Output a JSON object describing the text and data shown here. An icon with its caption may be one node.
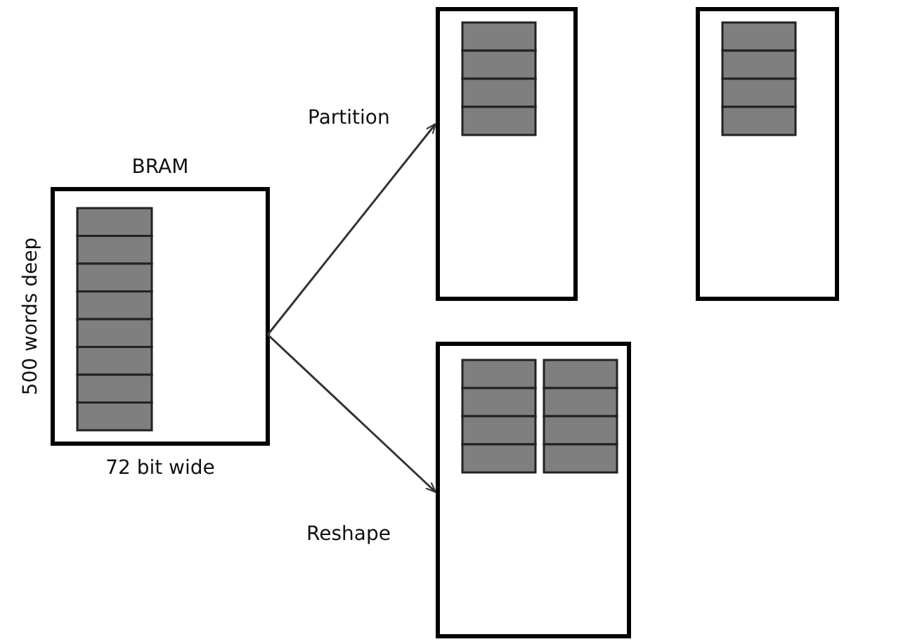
{
  "diagram": {
    "nodes": [
      {
        "text": [
          "BRAM"
        ],
        "beside": [
          "500 words deep",
          "72 bit wide"
        ]
      },
      {
        "text": [],
        "shape": "box",
        "beside": [
          "Partition"
        ]
      },
      {
        "text": [],
        "shape": "box"
      },
      {
        "text": [],
        "shape": "box",
        "beside": [
          "Reshape"
        ]
      }
    ],
    "edges": [
      {
        "from": 0,
        "to": 1,
        "arrow": "to"
      },
      {
        "from": 0,
        "to": 3,
        "arrow": "to"
      }
    ]
  }
}
